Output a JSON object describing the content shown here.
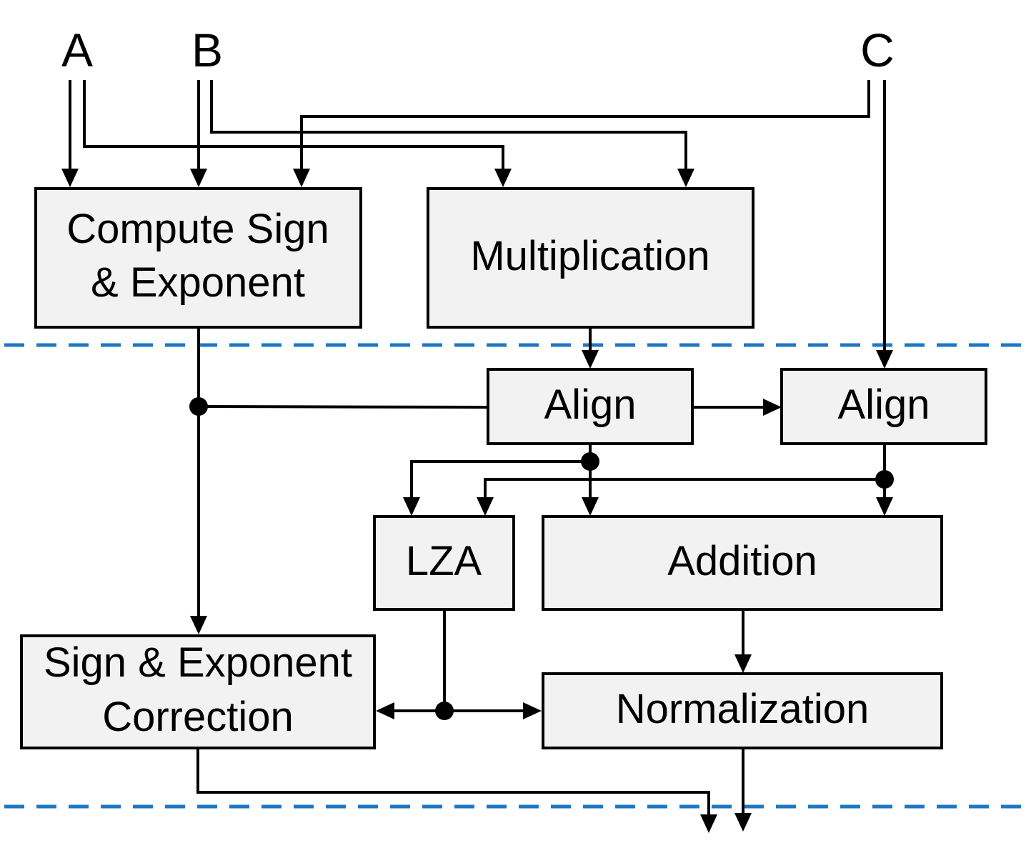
{
  "inputs": {
    "a": "A",
    "b": "B",
    "c": "C"
  },
  "blocks": {
    "compute_sign_exponent": [
      "Compute Sign",
      "& Exponent"
    ],
    "multiplication": "Multiplication",
    "align_product": "Align",
    "align_addend": "Align",
    "lza": "LZA",
    "addition": "Addition",
    "sign_exponent_correction": [
      "Sign & Exponent",
      "Correction"
    ],
    "normalization": "Normalization"
  },
  "colors": {
    "block_fill": "#f2f2f2",
    "wire": "#000000",
    "pipeline_stage_divider": "#1f77c4"
  }
}
